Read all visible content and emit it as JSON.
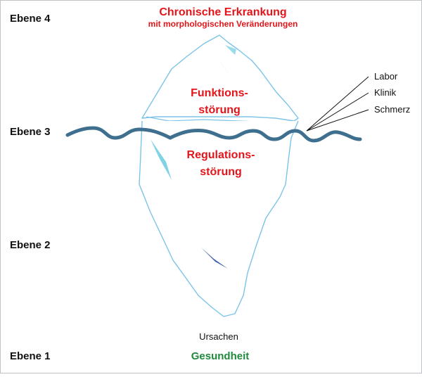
{
  "levels": {
    "ebene4": "Ebene 4",
    "ebene3": "Ebene 3",
    "ebene2": "Ebene 2",
    "ebene1": "Ebene 1"
  },
  "top": {
    "title": "Chronische Erkrankung",
    "subtitle": "mit morphologischen Veränderungen"
  },
  "above_water": {
    "line1": "Funktions-",
    "line2": "störung"
  },
  "below_water": {
    "line1": "Regulations-",
    "line2": "störung"
  },
  "markers": [
    "Labor",
    "Klinik",
    "Schmerz"
  ],
  "bottom": {
    "causes": "Ursachen",
    "health": "Gesundheit"
  },
  "colors": {
    "accent_red": "#e3151a",
    "health_green": "#1e8a3c",
    "water_line": "#3f6f8f",
    "iceberg_outline": "#7cc3e8",
    "crevice_light": "#7fd3e5",
    "crevice_dark": "#3b5fa8"
  }
}
